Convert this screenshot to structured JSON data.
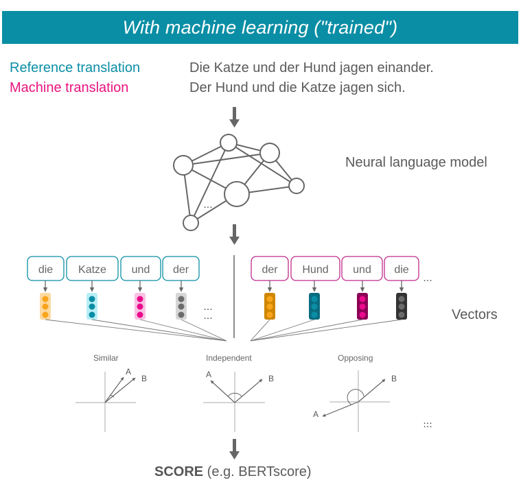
{
  "banner": {
    "title": "With machine learning (\"trained\")"
  },
  "inputs": {
    "reference_label": "Reference translation",
    "reference_text": "Die Katze und der Hund jagen einander.",
    "machine_label": "Machine translation",
    "machine_text": "Der Hund und die Katze jagen sich."
  },
  "model": {
    "label": "Neural language model"
  },
  "tokens": {
    "reference": [
      {
        "word": "die",
        "fill": "#f9a51c",
        "bg": "#fcd9a0"
      },
      {
        "word": "Katze",
        "fill": "#0a8ea5",
        "bg": "#b8eef5"
      },
      {
        "word": "und",
        "fill": "#ea0b8c",
        "bg": "#f8c0e2"
      },
      {
        "word": "der",
        "fill": "#6b6b6b",
        "bg": "#d6d6d6"
      }
    ],
    "machine": [
      {
        "word": "der",
        "fill": "#f9a51c",
        "bg": "#cf8600"
      },
      {
        "word": "Hund",
        "fill": "#0a8ea5",
        "bg": "#0a6c80"
      },
      {
        "word": "und",
        "fill": "#ea0b8c",
        "bg": "#8c0055"
      },
      {
        "word": "die",
        "fill": "#6b6b6b",
        "bg": "#333333"
      }
    ],
    "ellipsis": "...",
    "reference_border": "#0a8ea5",
    "machine_border": "#c1298c"
  },
  "vectors_label": "Vectors",
  "comparisons": [
    {
      "label": "Similar",
      "a": "A",
      "b": "B"
    },
    {
      "label": "Independent",
      "a": "A",
      "b": "B"
    },
    {
      "label": "Opposing",
      "a": "A",
      "b": "B"
    }
  ],
  "score": {
    "bold": "SCORE",
    "rest": " (e.g. BERTscore)"
  }
}
